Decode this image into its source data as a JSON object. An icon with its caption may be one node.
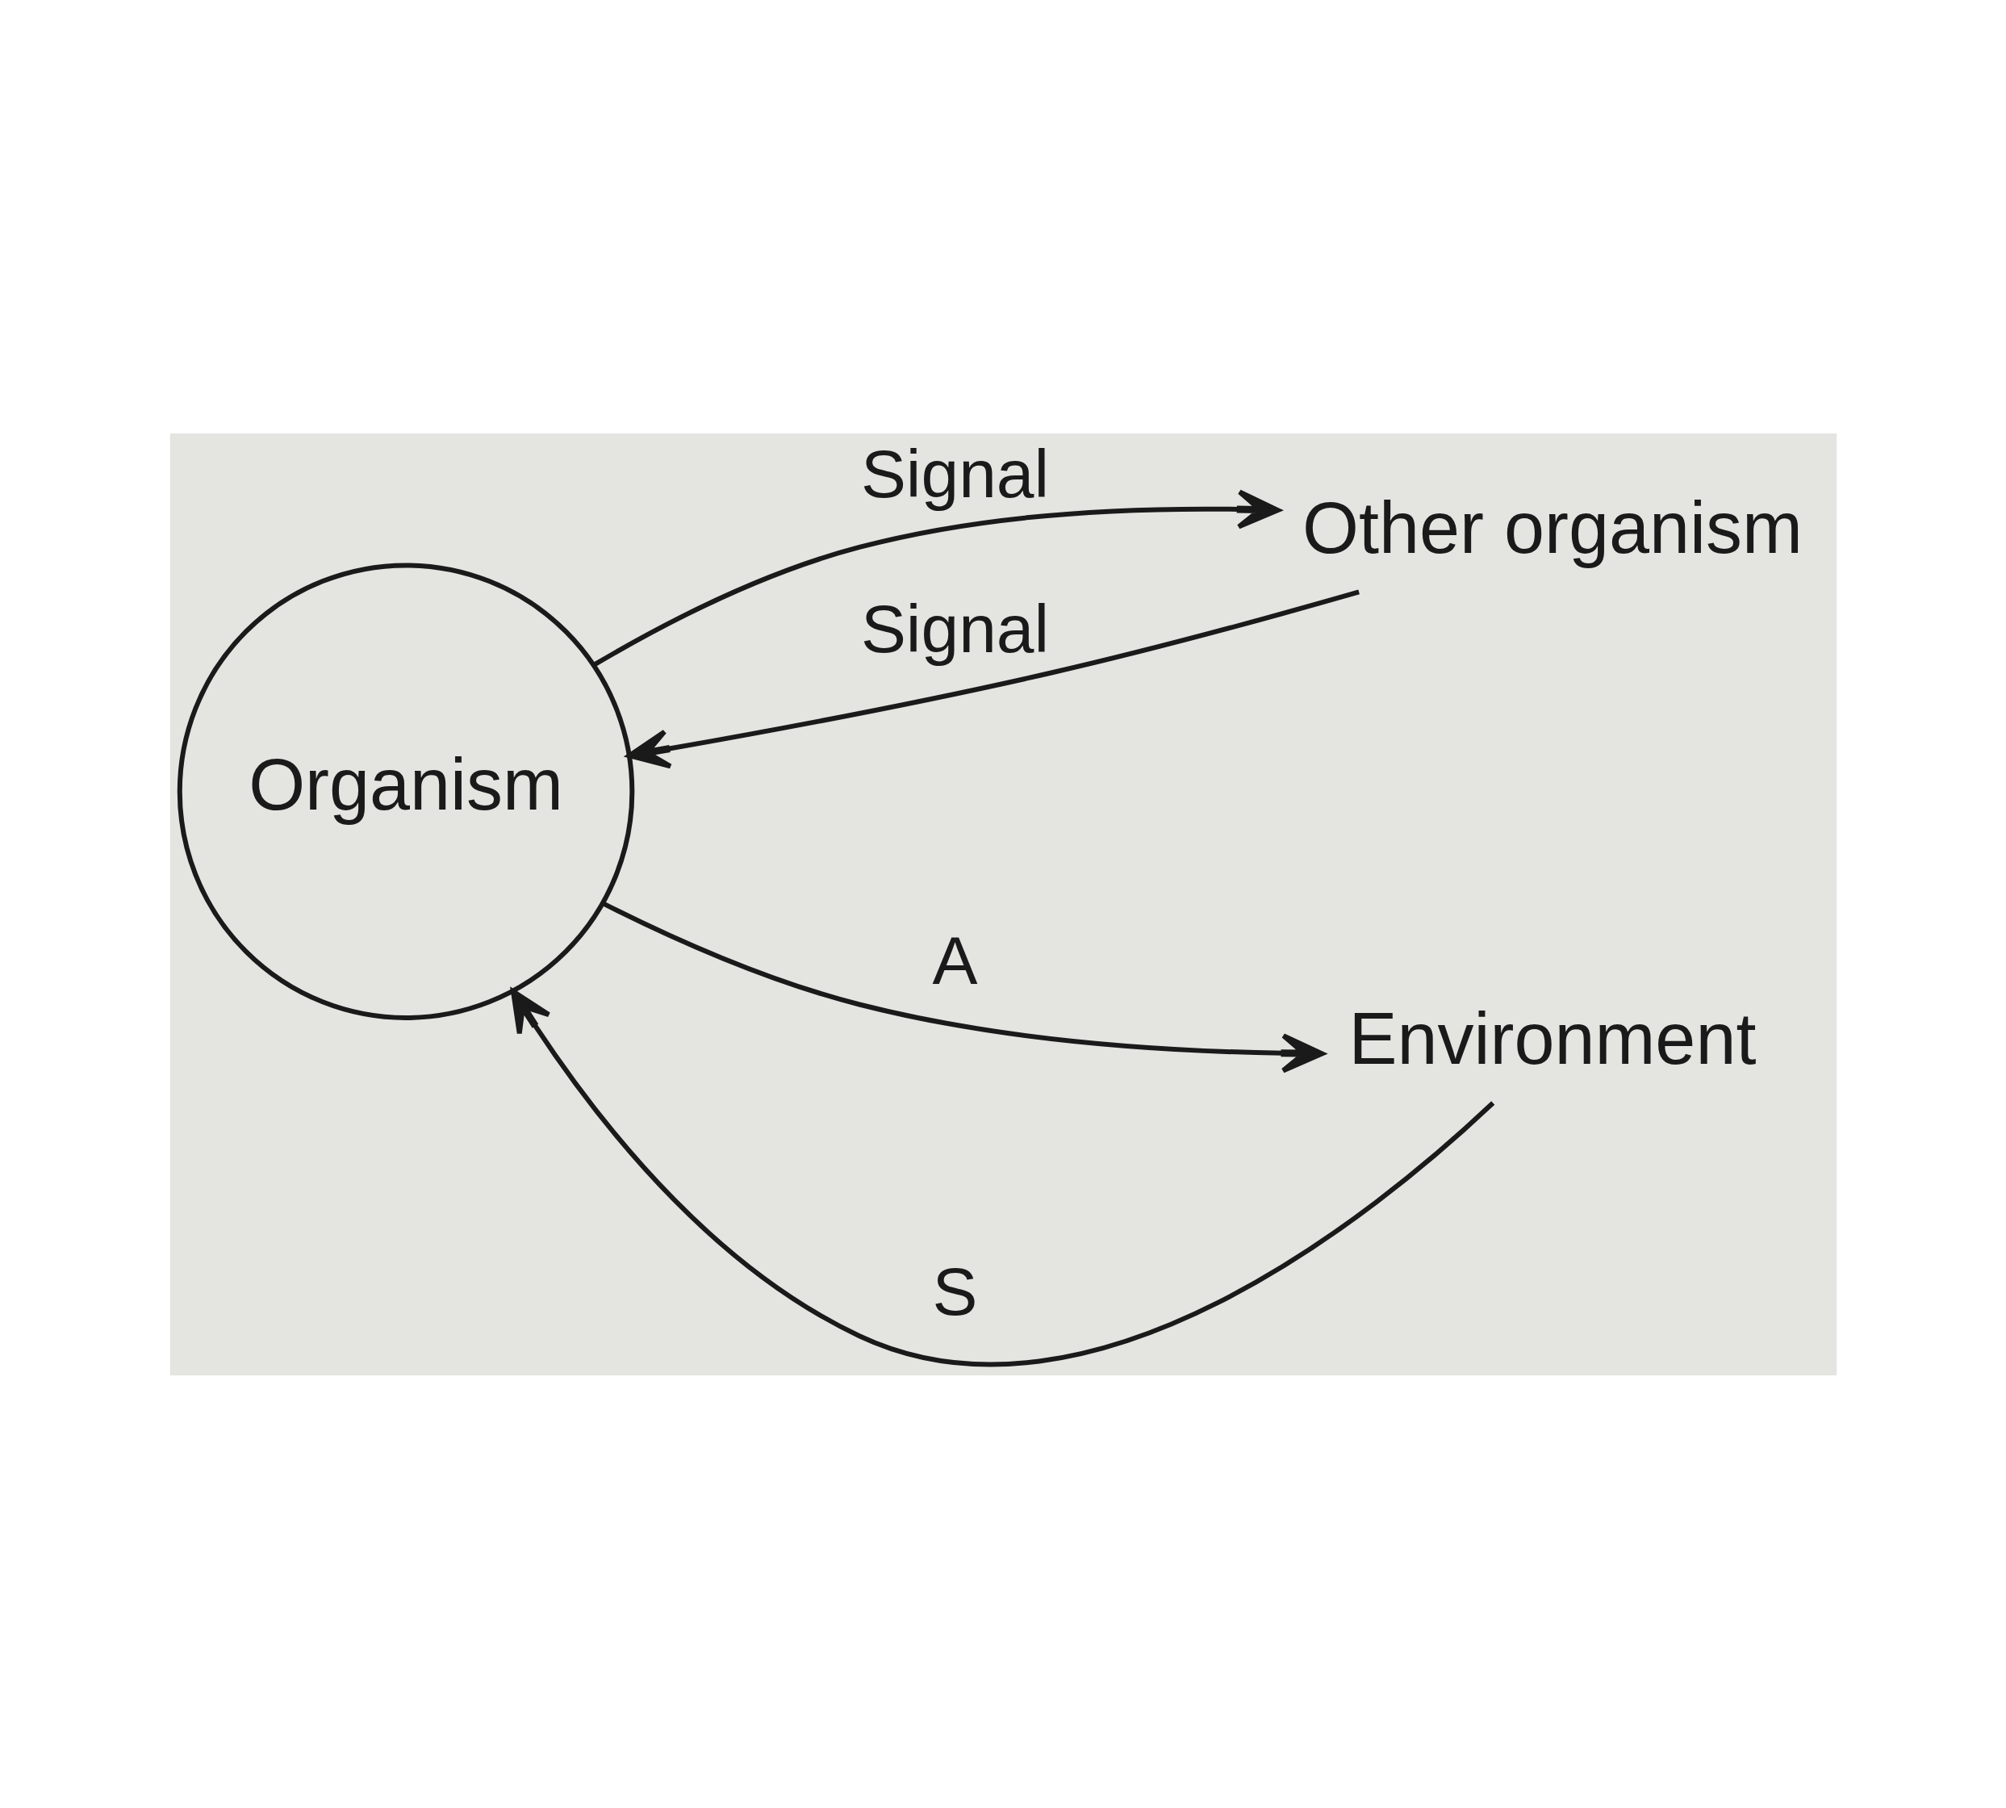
{
  "diagram": {
    "nodes": [
      {
        "text": [
          "Organism"
        ]
      },
      {
        "text": [
          "Other organism"
        ]
      },
      {
        "text": [
          "Environment"
        ]
      }
    ],
    "edges": [
      {
        "from": 1,
        "to": 0,
        "arrow": "to",
        "label": "Signal"
      },
      {
        "from": 2,
        "to": 0,
        "arrow": "to",
        "label": "S"
      },
      {
        "from": 0,
        "to": 2,
        "arrow": "to",
        "label": "A"
      },
      {
        "from": 0,
        "to": 1,
        "arrow": "to",
        "label": "Signal"
      }
    ]
  }
}
